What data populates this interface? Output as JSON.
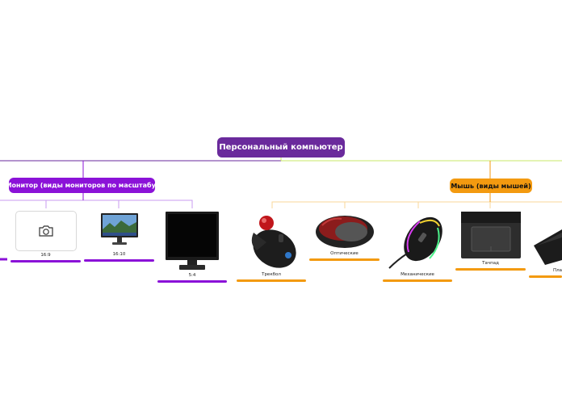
{
  "root": {
    "label": "Персональный компьютер"
  },
  "monitor": {
    "label": "Монитор (виды мониторов по масштабу)",
    "items": [
      {
        "caption": "16:9",
        "image": "camera-icon"
      },
      {
        "caption": "16:10",
        "image": "widescreen-monitor"
      },
      {
        "caption": "5:4",
        "image": "square-monitor"
      }
    ]
  },
  "mouse": {
    "label": "Мышь (виды мышей)",
    "items": [
      {
        "caption": "Трекбол",
        "image": "trackball-mouse"
      },
      {
        "caption": "Оптические",
        "image": "optical-mouse"
      },
      {
        "caption": "Механические",
        "image": "gaming-mouse"
      },
      {
        "caption": "Тачпад",
        "image": "touchpad"
      },
      {
        "caption": "Пла",
        "image": "pad-device"
      }
    ]
  },
  "colors": {
    "root": "#6a2a9c",
    "monitor": "#8b12d8",
    "mouse": "#f39a10",
    "branch_right": "#c9e86a"
  }
}
